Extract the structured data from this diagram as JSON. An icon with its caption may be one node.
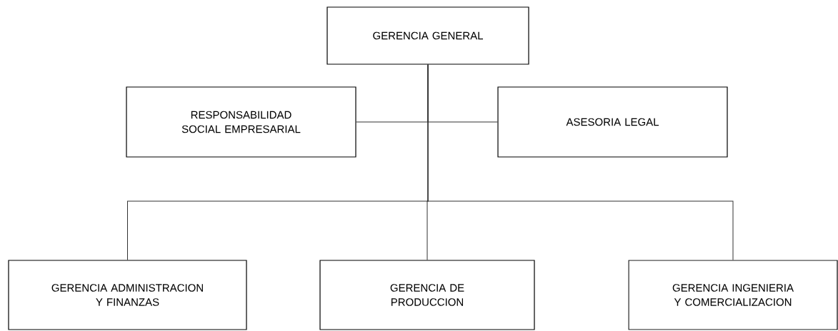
{
  "diagram": {
    "nodes": [
      {
        "text": [
          "GERENCIA GENERAL"
        ]
      },
      {
        "text": [
          "RESPONSABILIDAD SOCIAL EMPRESARIAL"
        ]
      },
      {
        "text": [
          "ASESORIA LEGAL"
        ]
      },
      {
        "text": [
          "GERENCIA ADMINISTRACION Y FINANZAS"
        ]
      },
      {
        "text": [
          "GERENCIA DE PRODUCCION"
        ]
      },
      {
        "text": [
          "GERENCIA INGENIERIA Y COMERCIALIZACION"
        ]
      }
    ],
    "edges": [
      {
        "from": 0,
        "to": 1,
        "arrow": "none"
      },
      {
        "from": 0,
        "to": 2,
        "arrow": "none"
      },
      {
        "from": 0,
        "to": 3,
        "arrow": "none"
      },
      {
        "from": 0,
        "to": 4,
        "arrow": "none"
      },
      {
        "from": 0,
        "to": 5,
        "arrow": "none"
      }
    ]
  }
}
